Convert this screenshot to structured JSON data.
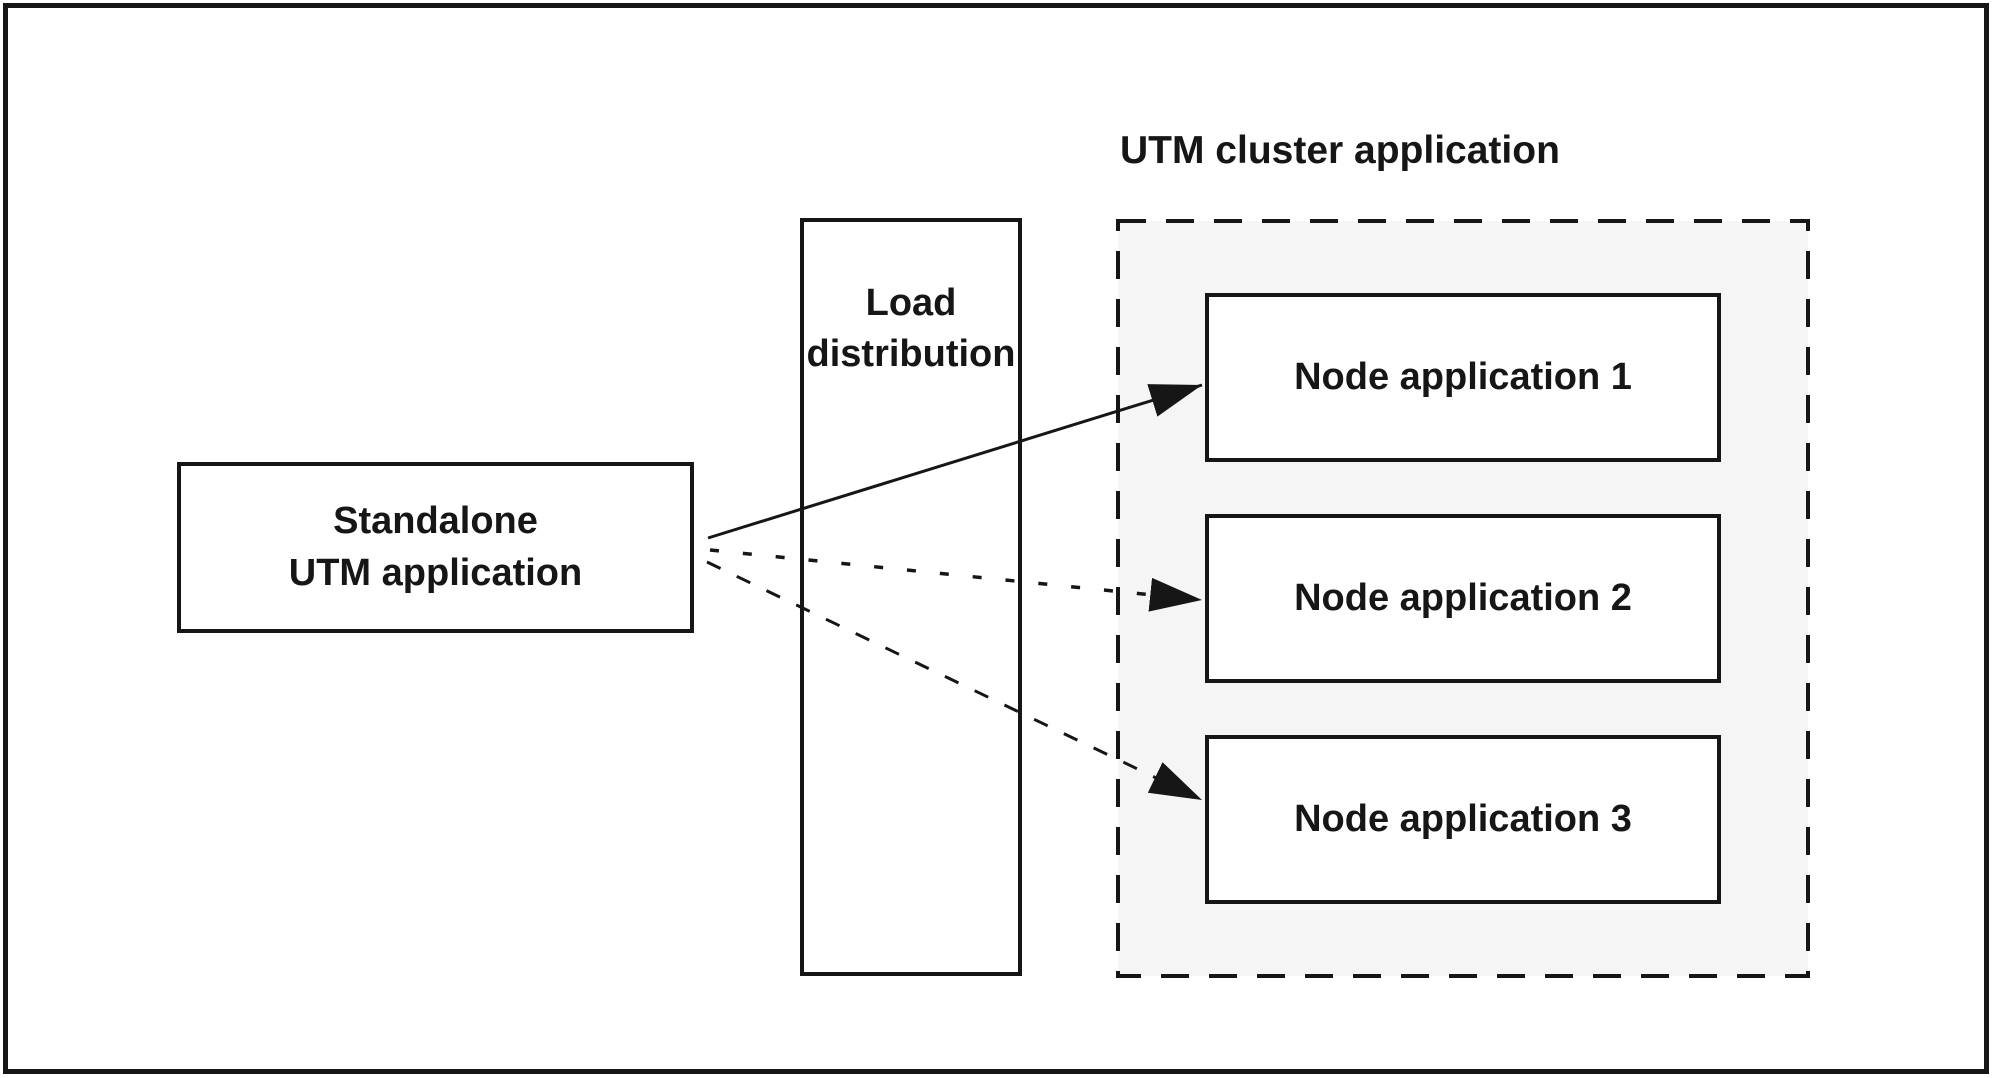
{
  "diagram": {
    "cluster": {
      "title": "UTM cluster application",
      "nodes": [
        {
          "label": "Node application 1"
        },
        {
          "label": "Node application 2"
        },
        {
          "label": "Node application 3"
        }
      ]
    },
    "standalone": {
      "line1": "Standalone",
      "line2": "UTM application"
    },
    "load": {
      "line1": "Load",
      "line2": "distribution"
    },
    "arrows": [
      {
        "from": "Standalone UTM application",
        "to": "Node application 1",
        "style": "solid"
      },
      {
        "from": "Standalone UTM application",
        "to": "Node application 2",
        "style": "dotted"
      },
      {
        "from": "Standalone UTM application",
        "to": "Node application 3",
        "style": "dashed"
      }
    ],
    "colors": {
      "page_bg": "#ffffff",
      "cluster_bg": "#f5f5f5",
      "ink": "#161616"
    }
  }
}
